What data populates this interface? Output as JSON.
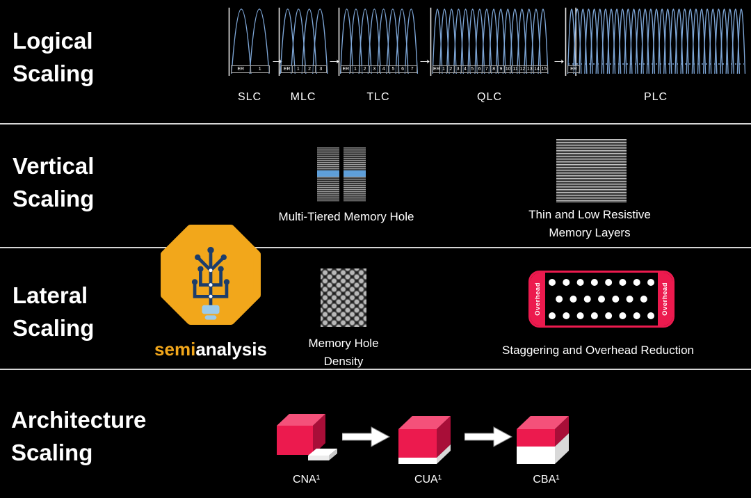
{
  "colors": {
    "accent_red": "#EC1A4E",
    "cube_top": "#F4517A",
    "cube_side": "#A80E38",
    "wave_blue": "#7FA8D9",
    "divider": "#D6D6D6",
    "logo_orange": "#F2A71B",
    "logo_navy": "#1C3D6B",
    "logo_lightblue": "#9CCBEA",
    "text": "#FFFFFF",
    "background": "#000000"
  },
  "sections": {
    "logical": {
      "title": "Logical Scaling"
    },
    "vertical": {
      "title": "Vertical Scaling"
    },
    "lateral": {
      "title": "Lateral Scaling"
    },
    "architecture": {
      "title": "Architecture Scaling"
    }
  },
  "logical": {
    "cells": [
      {
        "name": "SLC",
        "levels": 2,
        "strip": [
          "ER",
          "1"
        ],
        "dotted": false,
        "axis2": false
      },
      {
        "name": "MLC",
        "levels": 4,
        "strip": [
          "ER",
          "1",
          "2",
          "3"
        ],
        "dotted": false,
        "axis2": false
      },
      {
        "name": "TLC",
        "levels": 8,
        "strip": [
          "ER",
          "1",
          "2",
          "3",
          "4",
          "5",
          "6",
          "7"
        ],
        "dotted": false,
        "axis2": false
      },
      {
        "name": "QLC",
        "levels": 16,
        "strip": [
          "ER",
          "1",
          "2",
          "3",
          "4",
          "5",
          "6",
          "7",
          "8",
          "9",
          "10",
          "11",
          "12",
          "13",
          "14",
          "15"
        ],
        "dotted": false,
        "axis2": false
      },
      {
        "name": "PLC",
        "levels": 31,
        "strip": [
          "ER"
        ],
        "dotted": true,
        "axis2": true
      }
    ]
  },
  "vertical": {
    "captions": {
      "multi_tiered": "Multi-Tiered Memory Hole",
      "thin_layers": "Thin and Low Resistive Memory Layers"
    }
  },
  "lateral": {
    "brand": {
      "semi": "semi",
      "analysis": "analysis"
    },
    "captions": {
      "hole_density": "Memory Hole Density",
      "staggering": "Staggering and Overhead Reduction"
    },
    "overhead_label": "Overhead",
    "dot_rows": [
      8,
      7,
      8
    ]
  },
  "architecture": {
    "items": [
      {
        "label": "CNA¹"
      },
      {
        "label": "CUA¹"
      },
      {
        "label": "CBA¹"
      }
    ]
  }
}
